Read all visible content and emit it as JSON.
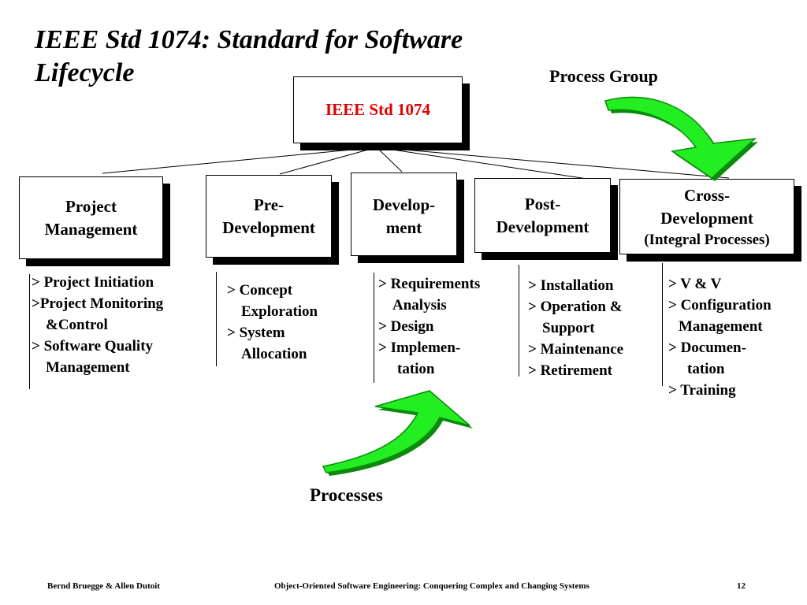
{
  "slide": {
    "title_line1": "IEEE Std 1074: Standard for Software",
    "title_line2": "Lifecycle"
  },
  "root": {
    "label": "IEEE Std 1074"
  },
  "process_group_label": {
    "word1": "Process",
    "word2": "Group"
  },
  "processes_label": "Processes",
  "groups": [
    {
      "title": [
        "Project",
        "Management"
      ],
      "subtitle": "",
      "items": [
        "> Project Initiation",
        ">Project Monitoring",
        "   &Control",
        "> Software Quality",
        "   Management"
      ]
    },
    {
      "title": [
        "Pre-",
        "Development"
      ],
      "subtitle": "",
      "items": [
        "> Concept",
        "   Exploration",
        "> System",
        "   Allocation"
      ]
    },
    {
      "title": [
        "Develop-",
        "ment"
      ],
      "subtitle": "",
      "items": [
        "> Requirements",
        "   Analysis",
        "> Design",
        "> Implemen-",
        "    tation"
      ]
    },
    {
      "title": [
        "Post-",
        "Development"
      ],
      "subtitle": "",
      "items": [
        "> Installation",
        "> Operation &",
        "   Support",
        "> Maintenance",
        "> Retirement"
      ]
    },
    {
      "title": [
        "Cross-",
        "Development"
      ],
      "subtitle": "(Integral Processes)",
      "items": [
        "> V & V",
        "> Configuration",
        "   Management",
        "> Documen-",
        "    tation",
        "> Training"
      ]
    }
  ],
  "footer": {
    "authors": "Bernd Bruegge & Allen Dutoit",
    "book": "Object-Oriented Software Engineering: Conquering Complex and Changing Systems",
    "page": "12"
  },
  "colors": {
    "root_text": "#e00000",
    "arrow_fill": "#22ee22",
    "arrow_dark": "#0a8a0a",
    "shadow": "#000000"
  }
}
